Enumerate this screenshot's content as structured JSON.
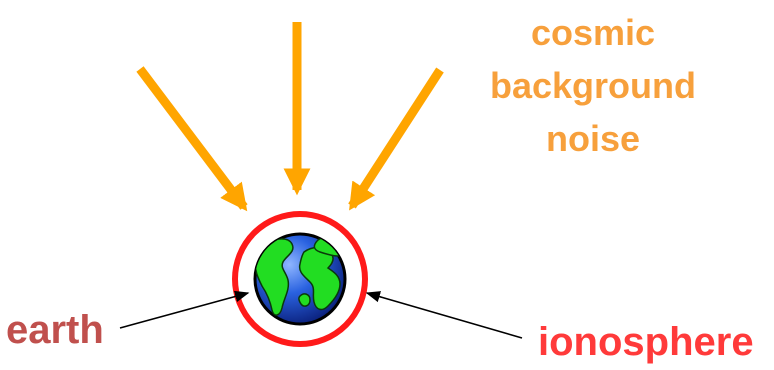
{
  "labels": {
    "noise": [
      "cosmic",
      "background",
      "noise"
    ],
    "earth": "earth",
    "ionosphere": "ionosphere"
  },
  "colors": {
    "noise_text": "#f7a03c",
    "noise_arrows": "#ffa500",
    "earth_text": "#c0504d",
    "ionosphere_text": "#ff3a3a",
    "ionosphere_ring": "#ff1a1a",
    "ocean": "#1f5fe0",
    "land": "#22dd22",
    "pointer_arrows": "#000000"
  },
  "icons": {
    "globe": "earth-globe-icon"
  }
}
